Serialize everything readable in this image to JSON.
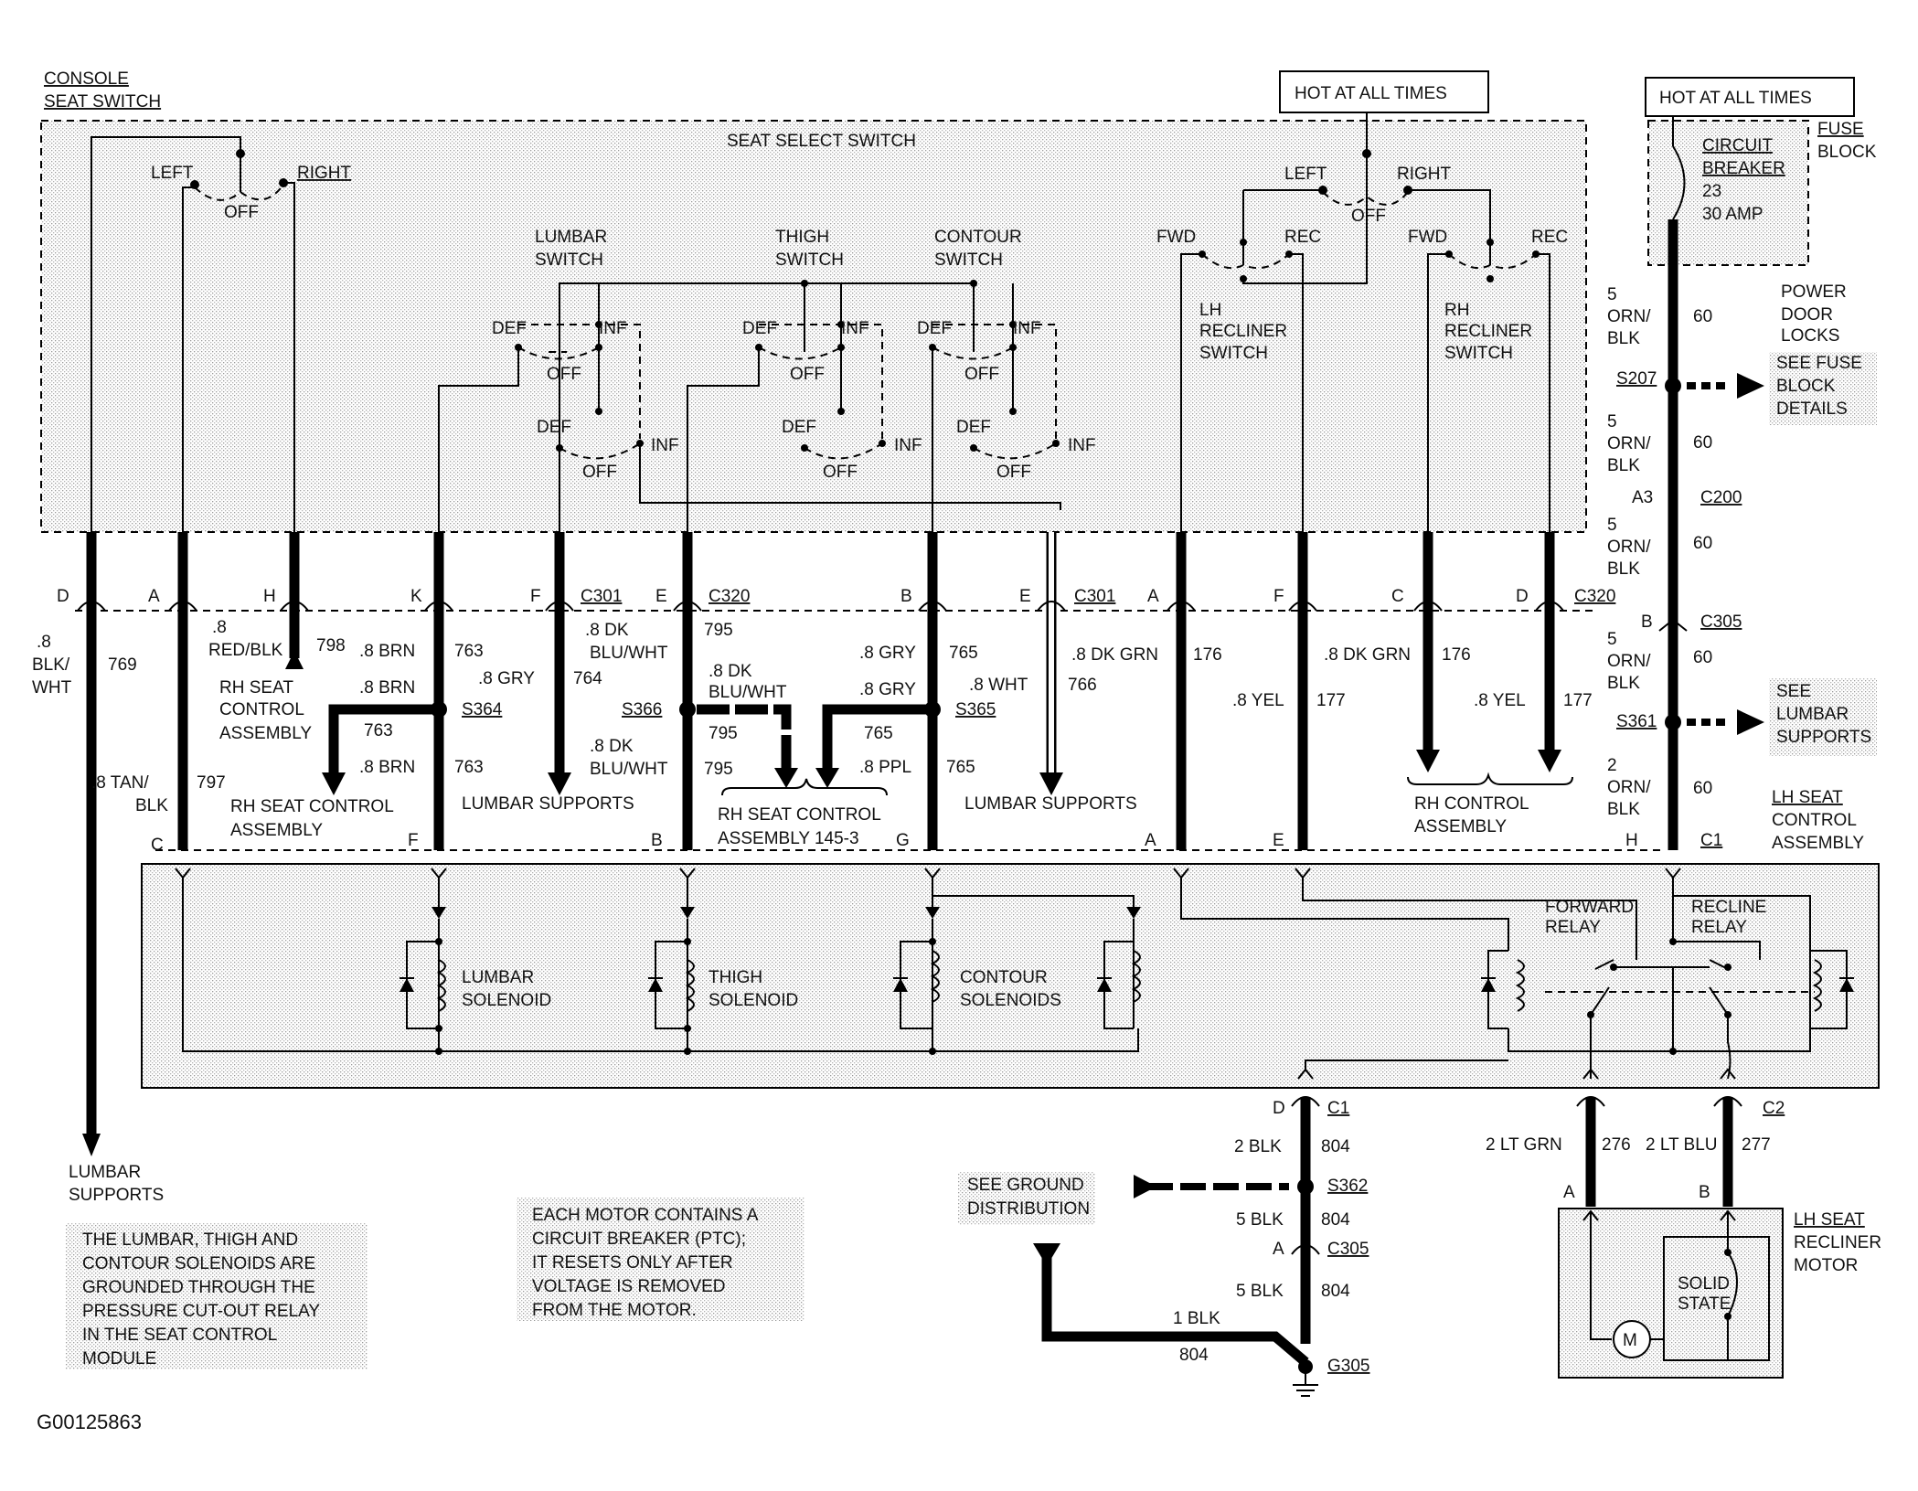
{
  "labels": {
    "console_seat_switch_1": "CONSOLE",
    "console_seat_switch_2": "SEAT SWITCH",
    "seat_select_switch": "SEAT SELECT SWITCH",
    "left": "LEFT",
    "right": "RIGHT",
    "off": "OFF",
    "hot1": "HOT AT ALL TIMES",
    "hot2": "HOT AT ALL TIMES",
    "fuse_block_1": "FUSE",
    "fuse_block_2": "BLOCK",
    "cb_1": "CIRCUIT",
    "cb_2": "BREAKER",
    "cb_3": "23",
    "cb_4": "30 AMP",
    "lumbar_switch_1": "LUMBAR",
    "lumbar_switch_2": "SWITCH",
    "thigh_switch_1": "THIGH",
    "thigh_switch_2": "SWITCH",
    "contour_switch_1": "CONTOUR",
    "contour_switch_2": "SWITCH",
    "def": "DEF",
    "inf": "INF",
    "fwd": "FWD",
    "rec": "REC",
    "lh_recliner_1": "LH",
    "lh_recliner_2": "RECLINER",
    "lh_recliner_3": "SWITCH",
    "rh_recliner_1": "RH",
    "rh_recliner_2": "RECLINER",
    "rh_recliner_3": "SWITCH",
    "power_door_1": "POWER",
    "power_door_2": "DOOR",
    "power_door_3": "LOCKS",
    "see_fuse_1": "SEE FUSE",
    "see_fuse_2": "BLOCK",
    "see_fuse_3": "DETAILS",
    "see_lumbar_1": "SEE",
    "see_lumbar_2": "LUMBAR",
    "see_lumbar_3": "SUPPORTS",
    "rh_seat_ctrl_a1": "RH SEAT",
    "rh_seat_ctrl_a2": "CONTROL",
    "rh_seat_ctrl_a3": "ASSEMBLY",
    "rh_seat_ctrl_b1": "RH SEAT CONTROL",
    "rh_seat_ctrl_b2": "ASSEMBLY",
    "lumbar_supports_1": "LUMBAR SUPPORTS",
    "lumbar_supports_2": "LUMBAR SUPPORTS",
    "rh_seat_ctrl_c1": "RH SEAT CONTROL",
    "rh_seat_ctrl_c2": "ASSEMBLY 145-3",
    "rh_control_1": "RH CONTROL",
    "rh_control_2": "ASSEMBLY",
    "lh_seat_ctrl_1": "LH SEAT",
    "lh_seat_ctrl_2": "CONTROL",
    "lh_seat_ctrl_3": "ASSEMBLY",
    "lumbar_solenoid_1": "LUMBAR",
    "lumbar_solenoid_2": "SOLENOID",
    "thigh_solenoid_1": "THIGH",
    "thigh_solenoid_2": "SOLENOID",
    "contour_solenoid_1": "CONTOUR",
    "contour_solenoid_2": "SOLENOIDS",
    "forward_relay_1": "FORWARD",
    "forward_relay_2": "RELAY",
    "recline_relay_1": "RECLINE",
    "recline_relay_2": "RELAY",
    "lumbar_bottom_1": "LUMBAR",
    "lumbar_bottom_2": "SUPPORTS",
    "see_ground_1": "SEE GROUND",
    "see_ground_2": "DISTRIBUTION",
    "lh_motor_1": "LH SEAT",
    "lh_motor_2": "RECLINER",
    "lh_motor_3": "MOTOR",
    "solid_1": "SOLID",
    "solid_2": "STATE",
    "motor": "M",
    "figure_id": "G00125863"
  },
  "notes": {
    "solenoid_note": [
      "THE LUMBAR, THIGH AND",
      "CONTOUR SOLENOIDS ARE",
      "GROUNDED THROUGH THE",
      "PRESSURE CUT-OUT RELAY",
      "IN THE SEAT CONTROL",
      "MODULE"
    ],
    "motor_note": [
      "EACH MOTOR CONTAINS A",
      "CIRCUIT BREAKER (PTC);",
      "IT RESETS ONLY AFTER",
      "VOLTAGE IS REMOVED",
      "FROM THE MOTOR."
    ]
  },
  "connectors": {
    "c301": "C301",
    "c320": "C320",
    "c200": "C200",
    "c305": "C305",
    "c1": "C1",
    "c2": "C2",
    "s207": "S207",
    "s361": "S361",
    "s362": "S362",
    "s364": "S364",
    "s365": "S365",
    "s366": "S366",
    "g305": "G305"
  },
  "pins": {
    "D": "D",
    "A": "A",
    "H": "H",
    "K": "K",
    "F": "F",
    "E": "E",
    "B": "B",
    "C": "C",
    "G": "G",
    "A3": "A3"
  },
  "wires": {
    "w769_1": ".8",
    "w769_2": "BLK/",
    "w769_3": "WHT",
    "w769_num": "769",
    "w797_1": ".8 TAN/",
    "w797_2": "BLK",
    "w797_num": "797",
    "w798_1": ".8",
    "w798_2": "RED/BLK",
    "w798_num": "798",
    "w763a": ".8 BRN",
    "w763a_num": "763",
    "w763b": ".8 BRN",
    "w763b_num": "763",
    "w763c": ".8 BRN",
    "w763c_num": "763",
    "w764": ".8 GRY",
    "w764_num": "764",
    "w795a_1": ".8 DK",
    "w795a_2": "BLU/WHT",
    "w795a_num": "795",
    "w795b_1": ".8 DK",
    "w795b_2": "BLU/WHT",
    "w795b_num": "795",
    "w795c_1": ".8 DK",
    "w795c_2": "BLU/WHT",
    "w795c_num": "795",
    "w765a": ".8 GRY",
    "w765a_num": "765",
    "w765b": ".8 GRY",
    "w765b_num": "765",
    "w765c": ".8 PPL",
    "w765c_num": "765",
    "w766": ".8 WHT",
    "w766_num": "766",
    "w176a": ".8 DK GRN",
    "w176a_num": "176",
    "w176b": ".8 DK GRN",
    "w176b_num": "176",
    "w177a": ".8 YEL",
    "w177a_num": "177",
    "w177b": ".8 YEL",
    "w177b_num": "177",
    "w60_a1": "5",
    "w60_a2": "ORN/",
    "w60_a3": "BLK",
    "w60_a_num": "60",
    "w60_b1": "5",
    "w60_b2": "ORN/",
    "w60_b3": "BLK",
    "w60_b_num": "60",
    "w60_c1": "5",
    "w60_c2": "ORN/",
    "w60_c3": "BLK",
    "w60_c_num": "60",
    "w60_d1": "5",
    "w60_d2": "ORN/",
    "w60_d3": "BLK",
    "w60_d_num": "60",
    "w60_e1": "2",
    "w60_e2": "ORN/",
    "w60_e3": "BLK",
    "w60_e_num": "60",
    "w804a": "2 BLK",
    "w804a_num": "804",
    "w804b": "5 BLK",
    "w804b_num": "804",
    "w804c": "5 BLK",
    "w804c_num": "804",
    "w804d": "1 BLK",
    "w804d_num": "804",
    "w276": "2 LT GRN",
    "w276_num": "276",
    "w277": "2 LT BLU",
    "w277_num": "277"
  }
}
